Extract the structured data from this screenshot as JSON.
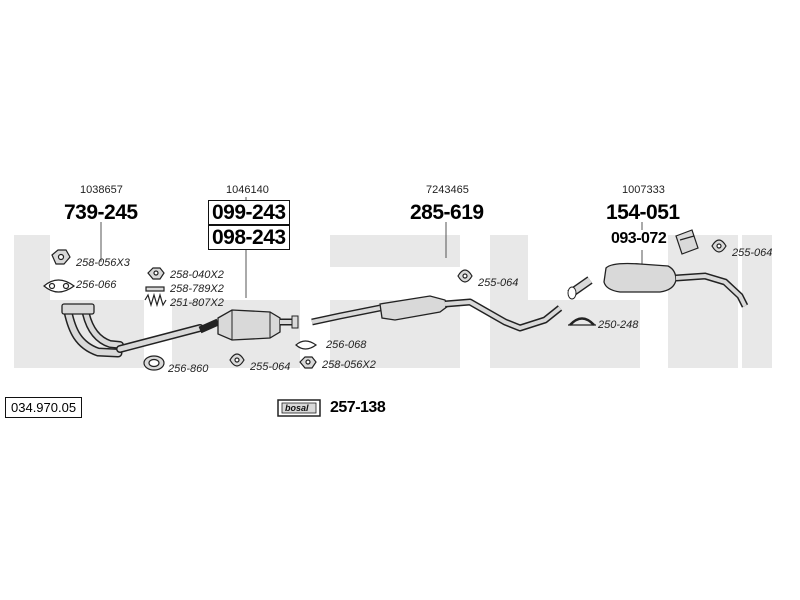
{
  "reference_number": "034.970.05",
  "oem_numbers": {
    "front_pipe": "1038657",
    "catalyst": "1046140",
    "centre_silencer": "7243465",
    "rear_silencer": "1007333"
  },
  "main_parts": {
    "front_pipe": "739-245",
    "catalyst_1": "099-243",
    "catalyst_2": "098-243",
    "centre_silencer": "285-619",
    "rear_silencer": "154-051",
    "rear_bracket": "093-072",
    "mounting_kit": "257-138"
  },
  "accessories": {
    "a1": "258-056X3",
    "a2": "256-066",
    "a3": "256-860",
    "a4": "258-040X2",
    "a5": "258-789X2",
    "a6": "251-807X2",
    "a7": "255-064",
    "a8": "256-068",
    "a9": "258-056X2",
    "a10": "255-064",
    "a11": "250-248",
    "a12": "255-064"
  },
  "watermark_text": "bosal",
  "box_logo_text": "bosal",
  "colors": {
    "watermark": "#e8e8e8",
    "parts": "#d9d9d9",
    "outline": "#222222"
  }
}
